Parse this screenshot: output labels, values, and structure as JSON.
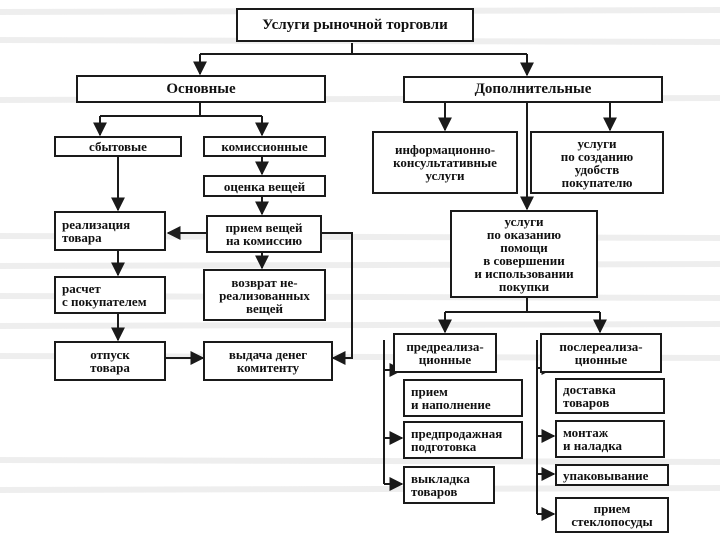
{
  "root": "Услуги рыночной торговли",
  "groups": {
    "basic": "Основные",
    "additional": "Дополнительные"
  },
  "basic": {
    "sales": {
      "title": "сбытовые",
      "steps": [
        "реализация\nтовара",
        "расчет\nс покупателем",
        "отпуск\nтовара"
      ]
    },
    "commission": {
      "title": "комиссионные",
      "steps": [
        "оценка вещей",
        "прием вещей\nна комиссию",
        "возврат не-\nреализованных\nвещей",
        "выдача денег\nкомитенту"
      ]
    }
  },
  "additional": {
    "info": "информационно-\nконсультативные\nуслуги",
    "convenience": "услуги\nпо созданию\nудобств\nпокупателю",
    "assist": "услуги\nпо оказанию\nпомощи\nв совершении\nи использовании\nпокупки",
    "pre": {
      "title": "предреализа-\nционные",
      "items": [
        "прием\nи наполнение",
        "предпродажная\nподготовка",
        "выкладка\nтоваров"
      ]
    },
    "post": {
      "title": "послереализа-\nционные",
      "items": [
        "доставка\nтоваров",
        "монтаж\nи наладка",
        "упаковывание",
        "прием\nстеклопосуды"
      ]
    }
  }
}
